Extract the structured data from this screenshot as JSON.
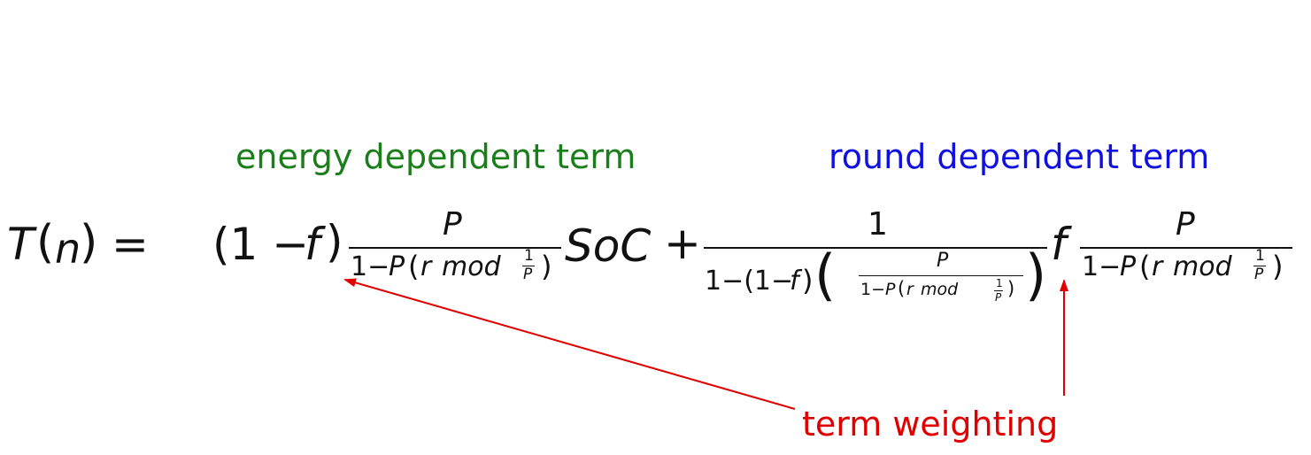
{
  "labels": {
    "energy": "energy dependent term",
    "round": "round dependent term",
    "weighting": "term weighting"
  },
  "colors": {
    "energy": "#1a7f1a",
    "round": "#1010e0",
    "weighting": "#e00000",
    "ink": "#111111"
  },
  "equation": {
    "lhs_T": "T",
    "lhs_open": "(",
    "lhs_n": "n",
    "lhs_close": ")",
    "equals": "=",
    "term1_paren_open": "(1 −",
    "f": "f",
    "paren_close": ")",
    "P": "P",
    "den_one": "1−",
    "den_P": "P",
    "den_paren_open": "(",
    "r": "r",
    "mod": "mod",
    "frac_num": "1",
    "frac_den": "P",
    "den_paren_close": ")",
    "SoC": "SoC",
    "plus": "+",
    "one": "1",
    "inner_prefix": "1−(1−",
    "inner_paren_close": ")",
    "big_paren_open": "(",
    "big_paren_close": ")"
  }
}
